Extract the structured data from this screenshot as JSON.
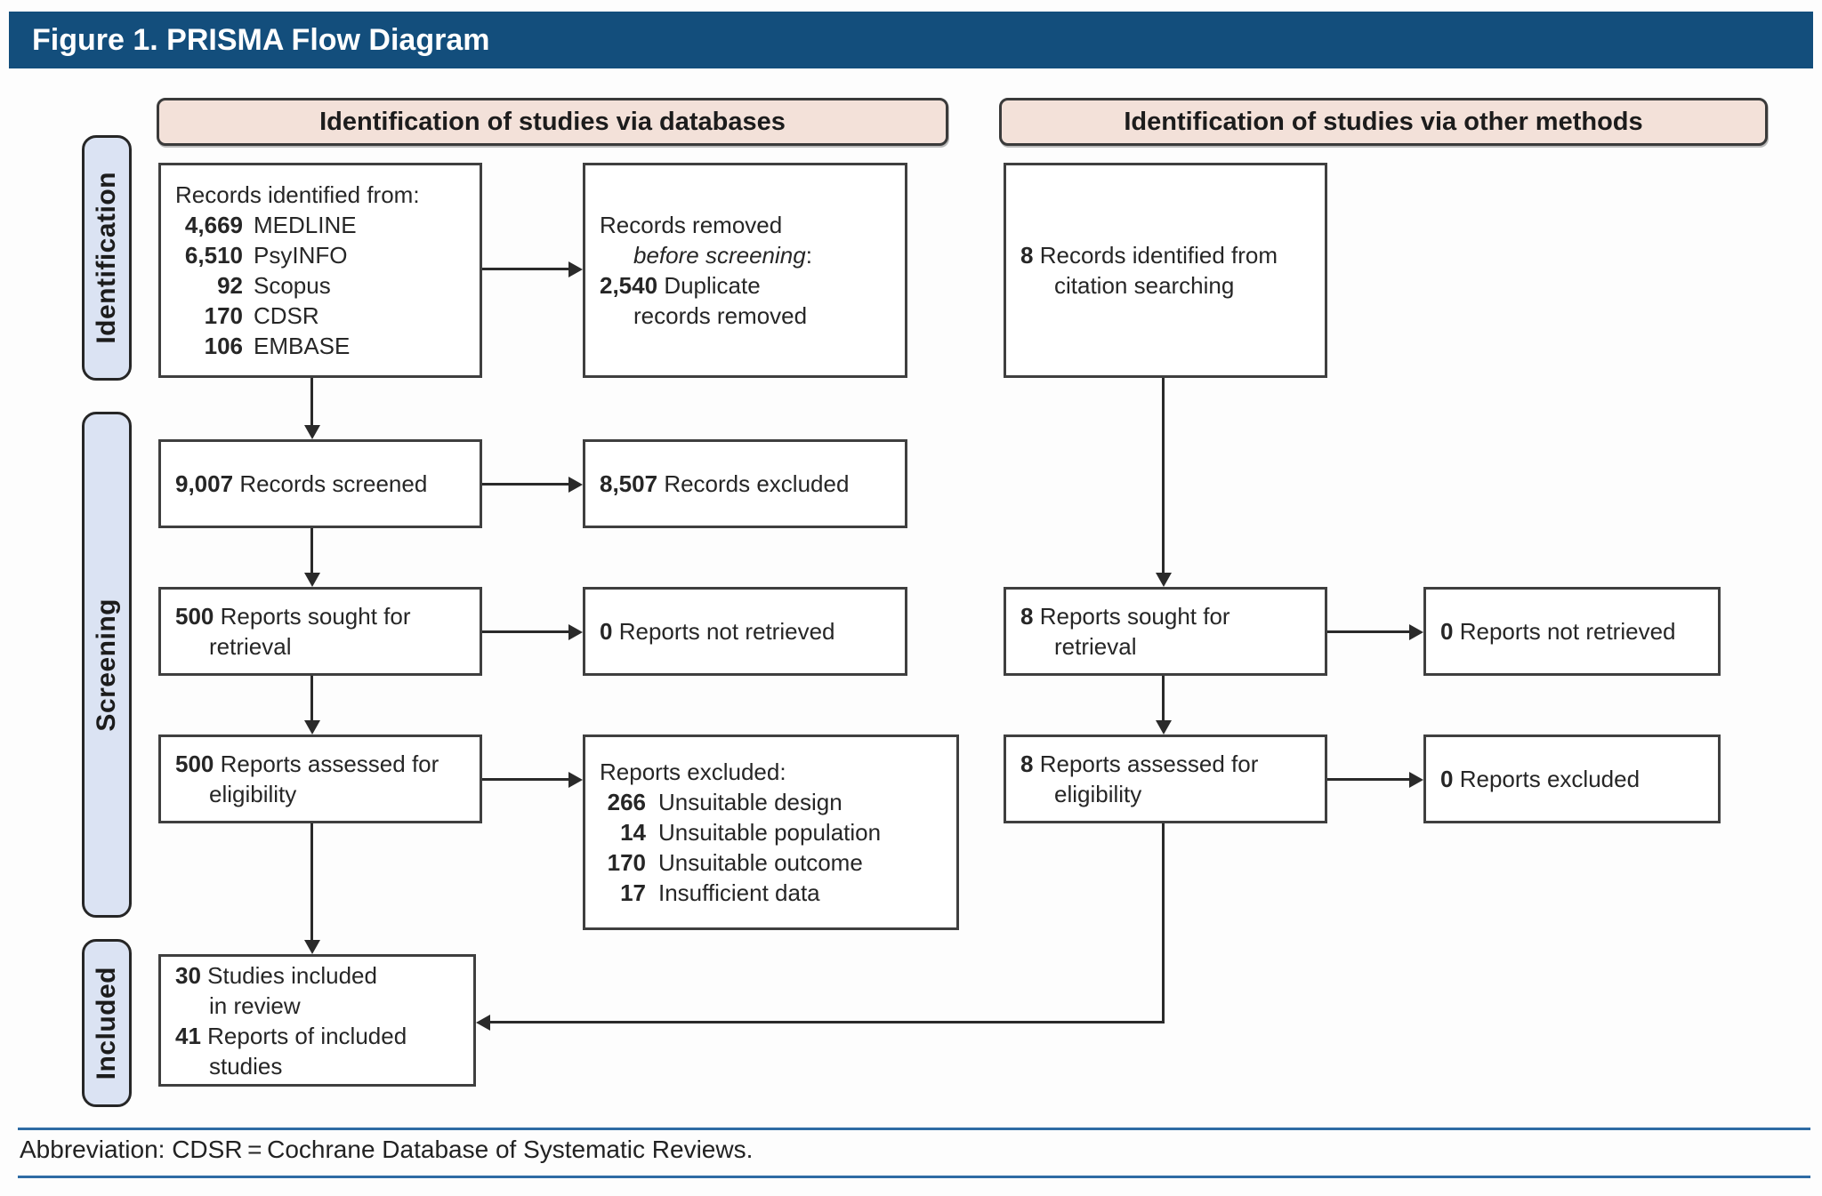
{
  "title_bar": {
    "title": "Figure 1. PRISMA Flow Diagram"
  },
  "column_headers": {
    "databases": "Identification of studies via databases",
    "other_methods": "Identification of studies via other methods"
  },
  "stages": {
    "identification": "Identification",
    "screening": "Screening",
    "included": "Included"
  },
  "boxes": {
    "records_identified": {
      "intro": "Records identified from:",
      "sources": [
        {
          "count": "4,669",
          "name": "MEDLINE"
        },
        {
          "count": "6,510",
          "name": "PsyINFO"
        },
        {
          "count": "92",
          "name": "Scopus"
        },
        {
          "count": "170",
          "name": "CDSR"
        },
        {
          "count": "106",
          "name": "EMBASE"
        }
      ]
    },
    "records_removed": {
      "line1": "Records removed",
      "line2_italic": "before screening",
      "line2_suffix": ":",
      "count": "2,540",
      "line3": "Duplicate",
      "line4": "records removed"
    },
    "records_screened": {
      "count": "9,007",
      "label": "Records screened"
    },
    "records_excluded": {
      "count": "8,507",
      "label": "Records excluded"
    },
    "reports_sought_db": {
      "count": "500",
      "line1": "Reports sought for",
      "line2": "retrieval"
    },
    "reports_not_retrieved_db": {
      "count": "0",
      "label": "Reports not retrieved"
    },
    "reports_assessed_db": {
      "count": "500",
      "line1": "Reports assessed for",
      "line2": "eligibility"
    },
    "reports_excluded_reasons": {
      "intro": "Reports excluded:",
      "reasons": [
        {
          "count": "266",
          "label": "Unsuitable design"
        },
        {
          "count": "14",
          "label": "Unsuitable population"
        },
        {
          "count": "170",
          "label": "Unsuitable outcome"
        },
        {
          "count": "17",
          "label": "Insufficient data"
        }
      ]
    },
    "studies_included": {
      "count1": "30",
      "line1": "Studies included",
      "line2": "in review",
      "count2": "41",
      "line3": "Reports of included",
      "line4": "studies"
    },
    "records_citation": {
      "count": "8",
      "line1": "Records identified from",
      "line2": "citation searching"
    },
    "reports_sought_other": {
      "count": "8",
      "line1": "Reports sought for",
      "line2": "retrieval"
    },
    "reports_not_retrieved_other": {
      "count": "0",
      "label": "Reports not retrieved"
    },
    "reports_assessed_other": {
      "count": "8",
      "line1": "Reports assessed for",
      "line2": "eligibility"
    },
    "reports_excluded_other": {
      "count": "0",
      "label": "Reports excluded"
    }
  },
  "footer": {
    "abbreviation": "Abbreviation: CDSR = Cochrane Database of Systematic Reviews."
  },
  "colors": {
    "title_bar": "#134e7c",
    "header_fill": "#f3e1d9",
    "stage_fill": "#dbe3f3",
    "box_border": "#3f3f3f",
    "arrow": "#2a2a2a",
    "rule_blue": "#2e6ba4",
    "text": "#262626"
  }
}
